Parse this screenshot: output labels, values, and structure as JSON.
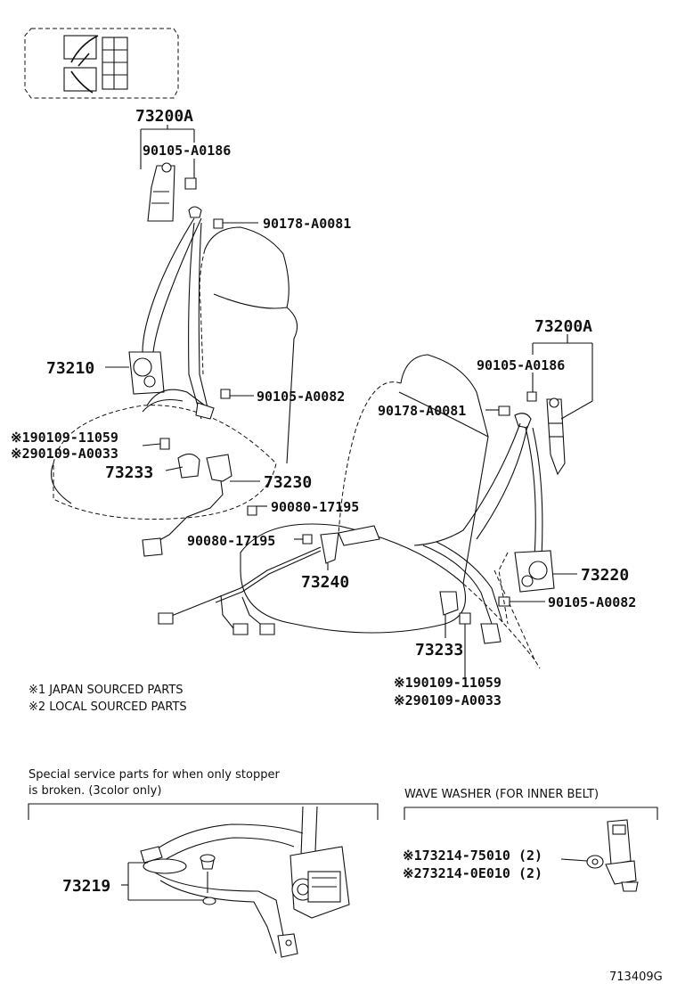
{
  "labels": {
    "retractor_assy_left": "73200A",
    "bolt_top_left": "90105-A0186",
    "nut_top_left": "90178-A0081",
    "retractor_left": "73210",
    "bolt_mid_left": "90105-A0082",
    "bolt_anchor_left_1": "※190109-11059",
    "bolt_anchor_left_2": "※290109-A0033",
    "cover_left": "73233",
    "buckle_left": "73230",
    "nut_buckle_1": "90080-17195",
    "nut_buckle_2": "90080-17195",
    "buckle_center": "73240",
    "retractor_assy_right": "73200A",
    "bolt_top_right": "90105-A0186",
    "nut_top_right": "90178-A0081",
    "retractor_right": "73220",
    "bolt_mid_right": "90105-A0082",
    "cover_right": "73233",
    "bolt_anchor_right_1": "※190109-11059",
    "bolt_anchor_right_2": "※290109-A0033",
    "stopper": "73219",
    "washer_1": "※173214-75010 (2)",
    "washer_2": "※273214-0E010 (2)",
    "figure_id": "713409G"
  },
  "notes": {
    "japan": "※1 JAPAN SOURCED PARTS",
    "local": "※2 LOCAL SOURCED PARTS",
    "special_line1": "Special service parts for when only stopper",
    "special_line2": " is broken. (3color only)",
    "wave_washer": "WAVE WASHER (FOR INNER BELT)"
  }
}
